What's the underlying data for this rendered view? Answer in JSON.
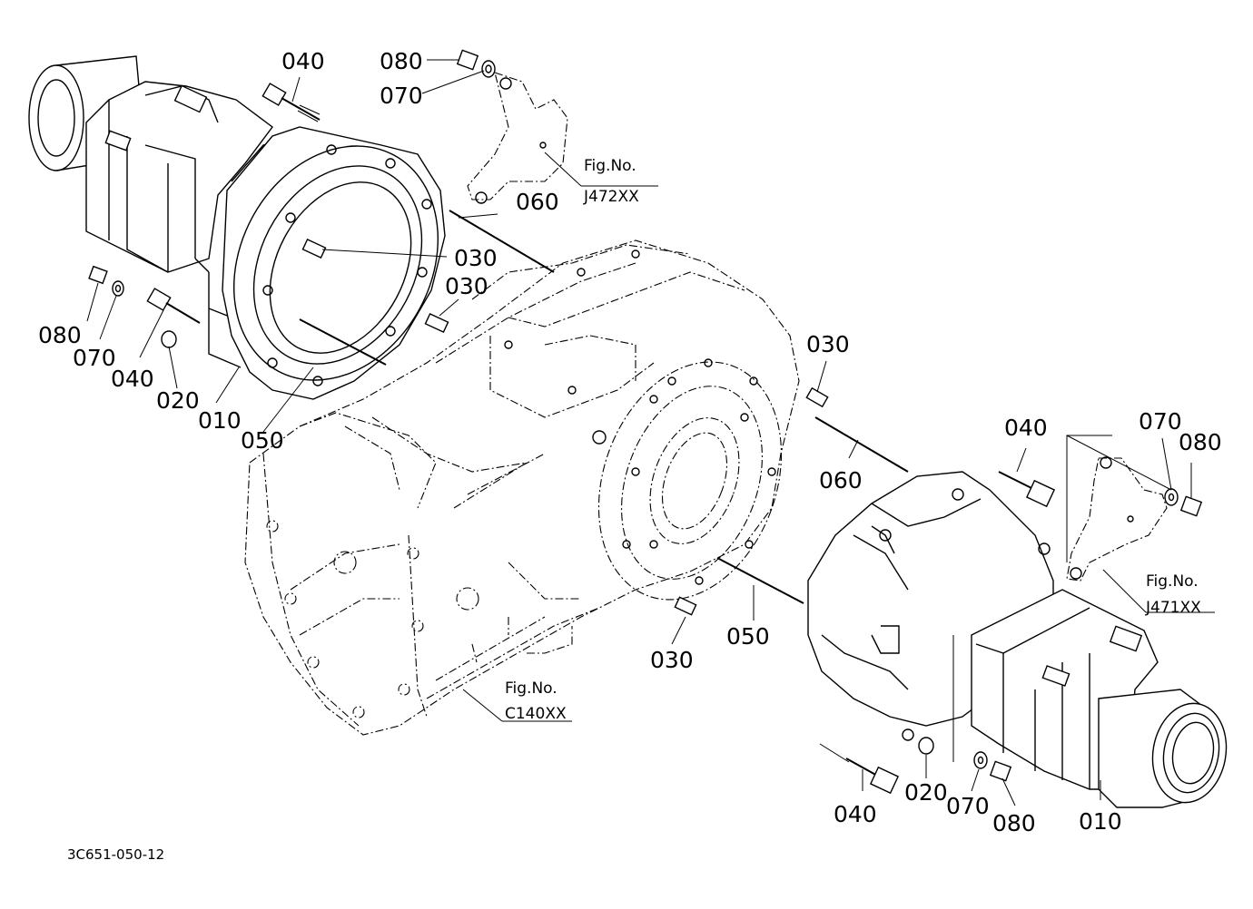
{
  "document_code": "3C651-050-12",
  "callouts": [
    {
      "id": "c-040-top-left",
      "text": "040"
    },
    {
      "id": "c-080-top",
      "text": "080"
    },
    {
      "id": "c-070-top",
      "text": "070"
    },
    {
      "id": "c-030-a",
      "text": "030"
    },
    {
      "id": "c-030-b",
      "text": "030"
    },
    {
      "id": "c-060-left",
      "text": "060"
    },
    {
      "id": "c-080-left",
      "text": "080"
    },
    {
      "id": "c-070-left",
      "text": "070"
    },
    {
      "id": "c-040-left",
      "text": "040"
    },
    {
      "id": "c-020-left",
      "text": "020"
    },
    {
      "id": "c-010-left",
      "text": "010"
    },
    {
      "id": "c-050-left",
      "text": "050"
    },
    {
      "id": "c-030-right",
      "text": "030"
    },
    {
      "id": "c-060-right",
      "text": "060"
    },
    {
      "id": "c-040-right-top",
      "text": "040"
    },
    {
      "id": "c-070-right-top",
      "text": "070"
    },
    {
      "id": "c-080-right-top",
      "text": "080"
    },
    {
      "id": "c-050-right",
      "text": "050"
    },
    {
      "id": "c-030-bottom",
      "text": "030"
    },
    {
      "id": "c-040-bottom",
      "text": "040"
    },
    {
      "id": "c-020-bottom",
      "text": "020"
    },
    {
      "id": "c-070-bottom",
      "text": "070"
    },
    {
      "id": "c-080-bottom",
      "text": "080"
    },
    {
      "id": "c-010-right",
      "text": "010"
    }
  ],
  "figure_refs": [
    {
      "id": "fig-j472",
      "line1": "Fig.No.",
      "line2": "J472XX"
    },
    {
      "id": "fig-j471",
      "line1": "Fig.No.",
      "line2": "J471XX"
    },
    {
      "id": "fig-c140",
      "line1": "Fig.No.",
      "line2": "C140XX"
    }
  ]
}
